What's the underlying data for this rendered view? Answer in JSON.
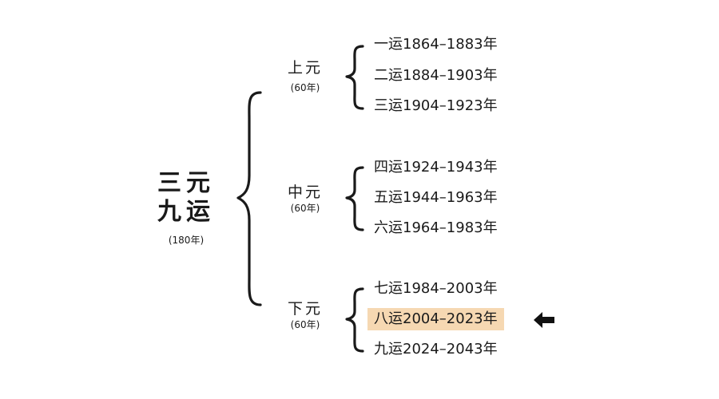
{
  "root": {
    "title_line1": "三元",
    "title_line2": "九运",
    "span": "(180年)"
  },
  "groups": [
    {
      "name": "上元",
      "span": "(60年)",
      "periods": [
        {
          "name": "一运",
          "years": "1864–1883年"
        },
        {
          "name": "二运",
          "years": "1884–1903年"
        },
        {
          "name": "三运",
          "years": "1904–1923年"
        }
      ]
    },
    {
      "name": "中元",
      "span": "(60年)",
      "periods": [
        {
          "name": "四运",
          "years": "1924–1943年"
        },
        {
          "name": "五运",
          "years": "1944–1963年"
        },
        {
          "name": "六运",
          "years": "1964–1983年"
        }
      ]
    },
    {
      "name": "下元",
      "span": "(60年)",
      "periods": [
        {
          "name": "七运",
          "years": "1984–2003年"
        },
        {
          "name": "八运",
          "years": "2004–2023年",
          "highlighted": true
        },
        {
          "name": "九运",
          "years": "2024–2043年"
        }
      ]
    }
  ],
  "colors": {
    "highlight": "#f6d8b2",
    "ink": "#1a1a1a"
  },
  "icons": {
    "current_marker": "left-arrow-icon"
  }
}
